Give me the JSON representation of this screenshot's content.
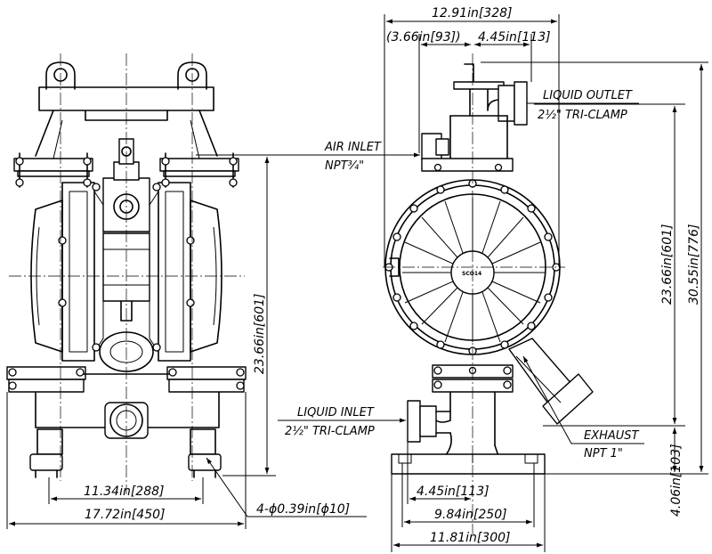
{
  "drawing": {
    "title": "",
    "front_view": {
      "dim_height": "23.66in[601]",
      "dim_foot_span": "11.34in[288]",
      "dim_overall_width": "17.72in[450]",
      "dim_holes": "4-ϕ0.39in[ϕ10]"
    },
    "side_view": {
      "dim_overall_depth": "12.91in[328]",
      "dim_air_offset": "(3.66in[93])",
      "dim_outlet_offset": "4.45in[113]",
      "dim_height": "23.66in[601]",
      "dim_total_height": "30.55in[776]",
      "dim_exhaust_height": "4.06in[103]",
      "dim_inlet_offset": "4.45in[113]",
      "dim_base_inner": "9.84in[250]",
      "dim_base_outer": "11.81in[300]",
      "nameplate": "SCO14"
    },
    "labels": {
      "liquid_outlet": "LIQUID OUTLET",
      "liquid_outlet_size": "2½\" TRI-CLAMP",
      "air_inlet": "AIR INLET",
      "air_inlet_size": "NPT¾\"",
      "liquid_inlet": "LIQUID INLET",
      "liquid_inlet_size": "2½\" TRI-CLAMP",
      "exhaust": "EXHAUST",
      "exhaust_size": "NPT  1\""
    }
  }
}
